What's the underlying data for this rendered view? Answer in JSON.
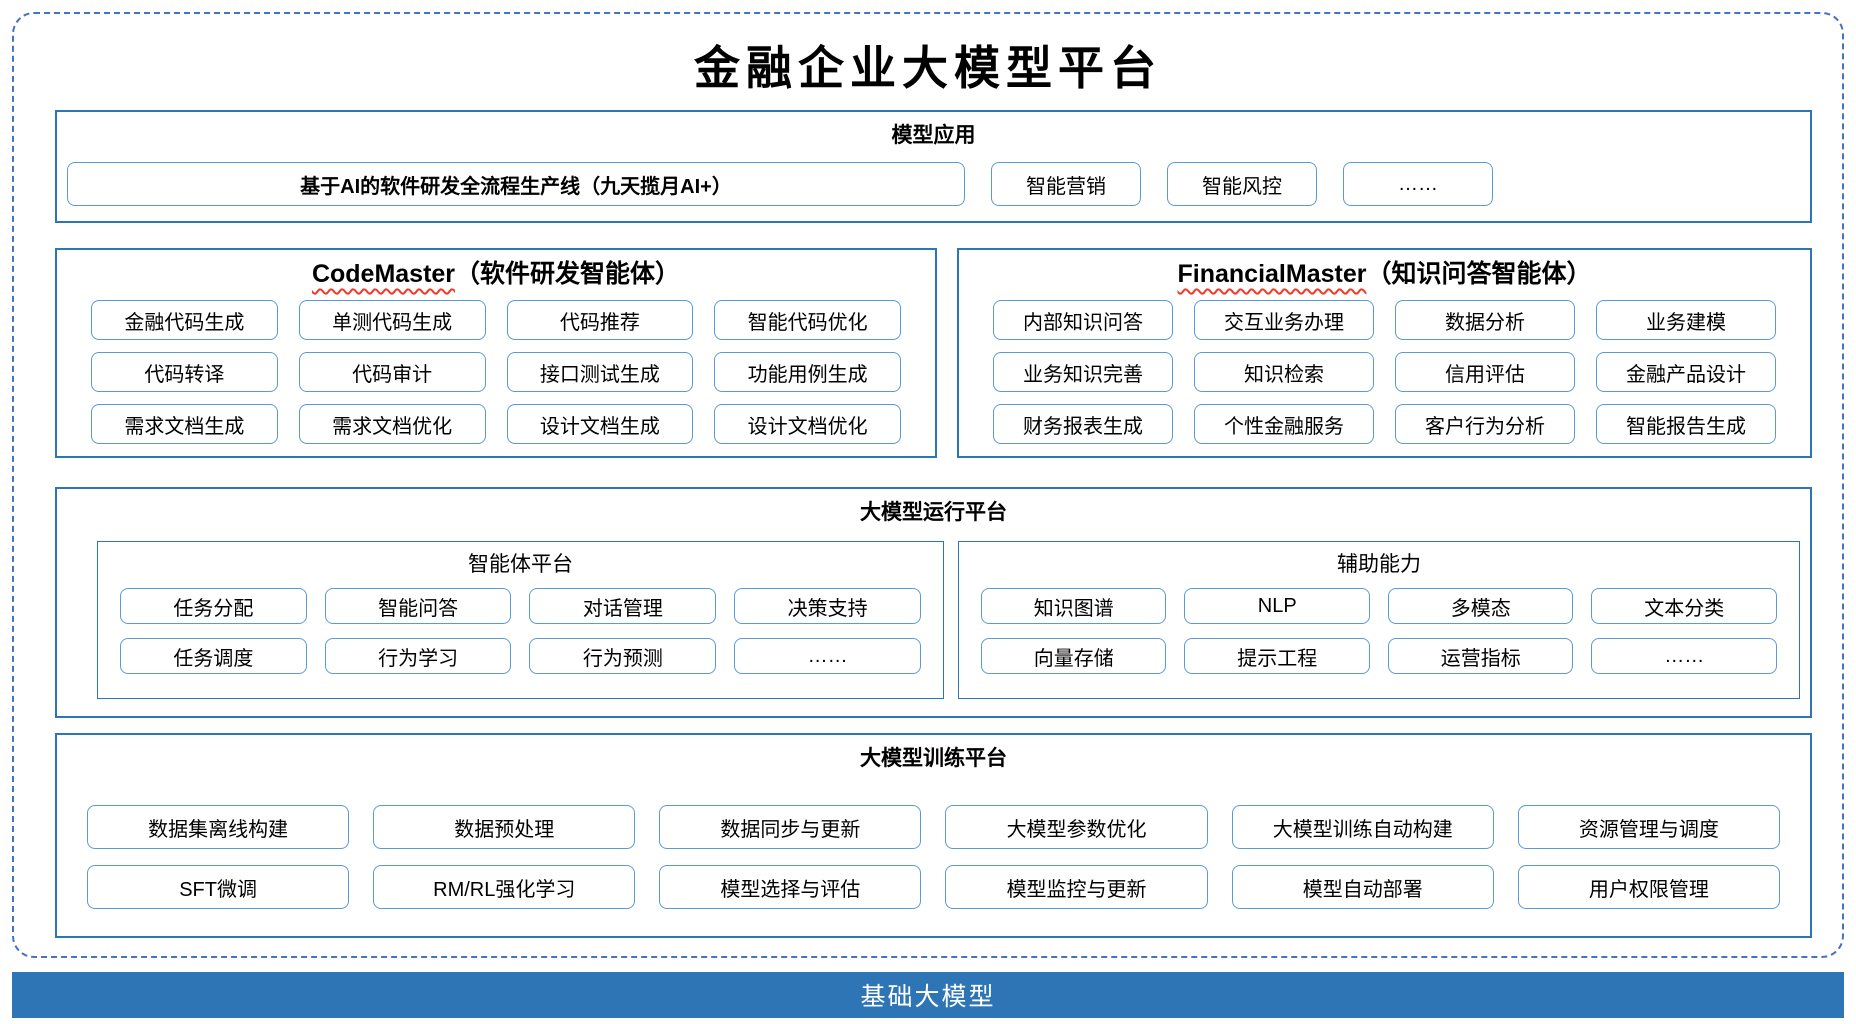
{
  "title": "金融企业大模型平台",
  "colors": {
    "section_border": "#2E75B6",
    "item_border": "#5B9BD5",
    "dashed_border": "#4472C4",
    "base_bar_bg": "#2E75B6",
    "wavy_underline": "#F03A28"
  },
  "model_application": {
    "header": "模型应用",
    "pipeline_box": "基于AI的软件研发全流程生产线（九天揽月AI+）",
    "items": [
      "智能营销",
      "智能风控",
      "……"
    ]
  },
  "code_master": {
    "title_en": "CodeMaster",
    "title_zh": "（软件研发智能体）",
    "rows": [
      [
        "金融代码生成",
        "单测代码生成",
        "代码推荐",
        "智能代码优化"
      ],
      [
        "代码转译",
        "代码审计",
        "接口测试生成",
        "功能用例生成"
      ],
      [
        "需求文档生成",
        "需求文档优化",
        "设计文档生成",
        "设计文档优化"
      ]
    ]
  },
  "financial_master": {
    "title_en": "FinancialMaster",
    "title_zh": "（知识问答智能体）",
    "rows": [
      [
        "内部知识问答",
        "交互业务办理",
        "数据分析",
        "业务建模"
      ],
      [
        "业务知识完善",
        "知识检索",
        "信用评估",
        "金融产品设计"
      ],
      [
        "财务报表生成",
        "个性金融服务",
        "客户行为分析",
        "智能报告生成"
      ]
    ]
  },
  "runtime_platform": {
    "header": "大模型运行平台",
    "agent_platform": {
      "header": "智能体平台",
      "rows": [
        [
          "任务分配",
          "智能问答",
          "对话管理",
          "决策支持"
        ],
        [
          "任务调度",
          "行为学习",
          "行为预测",
          "……"
        ]
      ]
    },
    "auxiliary": {
      "header": "辅助能力",
      "rows": [
        [
          "知识图谱",
          "NLP",
          "多模态",
          "文本分类"
        ],
        [
          "向量存储",
          "提示工程",
          "运营指标",
          "……"
        ]
      ]
    }
  },
  "training_platform": {
    "header": "大模型训练平台",
    "rows": [
      [
        "数据集离线构建",
        "数据预处理",
        "数据同步与更新",
        "大模型参数优化",
        "大模型训练自动构建",
        "资源管理与调度"
      ],
      [
        "SFT微调",
        "RM/RL强化学习",
        "模型选择与评估",
        "模型监控与更新",
        "模型自动部署",
        "用户权限管理"
      ]
    ]
  },
  "base_model_bar": "基础大模型"
}
